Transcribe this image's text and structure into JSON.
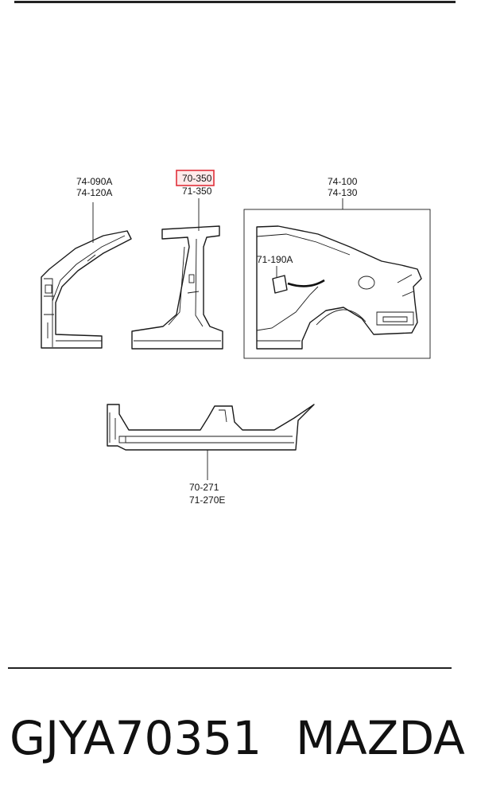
{
  "callouts": {
    "front_pillar": [
      "74-090A",
      "74-120A"
    ],
    "center_pillar": [
      "70-350",
      "71-350"
    ],
    "rear_fender": [
      "74-100",
      "74-130"
    ],
    "fuel_lid": "71-190A",
    "sill": [
      "70-271",
      "71-270E"
    ]
  },
  "highlighted_part": "70-350",
  "highlight_color": "#e0303a",
  "part_number": "GJYA70351",
  "brand": "MAZDA"
}
